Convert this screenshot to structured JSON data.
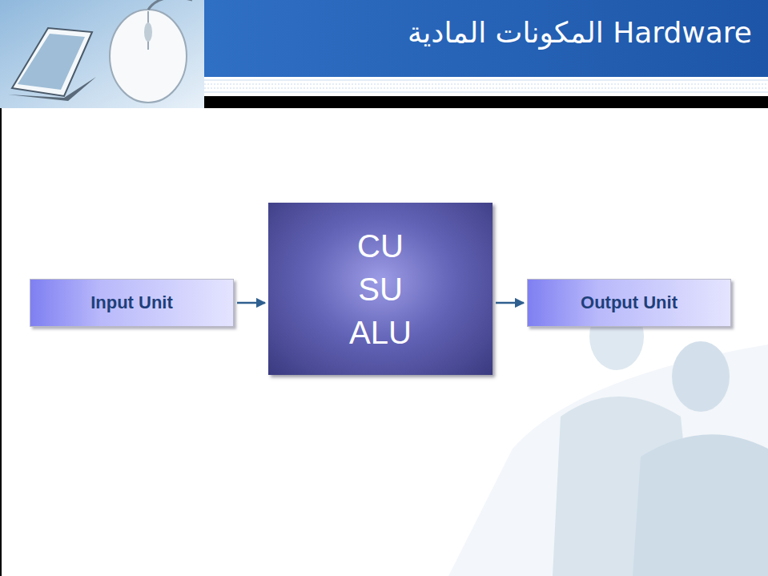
{
  "diagram": {
    "title": "المكونات المادية Hardware",
    "nodes": [
      {
        "text": [
          "Input Unit"
        ]
      },
      {
        "text": [
          "CU SU ALU"
        ]
      },
      {
        "text": [
          "Output Unit"
        ]
      }
    ],
    "edges": [
      {
        "from": 0,
        "to": 1,
        "arrow": "to"
      },
      {
        "from": 1,
        "to": 2,
        "arrow": "to"
      }
    ]
  }
}
